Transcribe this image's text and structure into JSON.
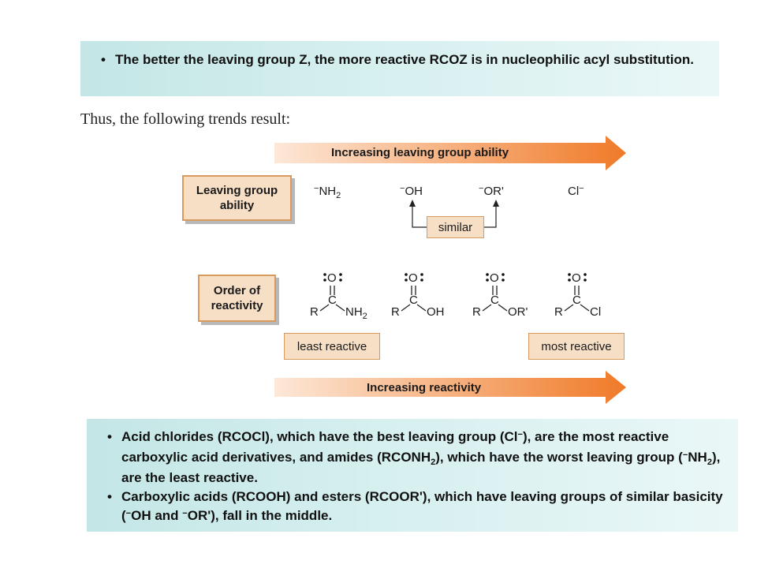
{
  "top_box": {
    "bullets": [
      "The better the leaving group Z, the more reactive RCOZ is in nucleophilic acyl substitution."
    ]
  },
  "intro_text": "Thus, the following trends result:",
  "arrow_top_label": "Increasing leaving group ability",
  "arrow_bottom_label": "Increasing reactivity",
  "leaving_group_box": "Leaving group ability",
  "order_box": "Order of reactivity",
  "leaving_groups": [
    {
      "charge": "−",
      "text": "NH",
      "sub": "2",
      "tail": ""
    },
    {
      "charge": "−",
      "text": "OH",
      "sub": "",
      "tail": ""
    },
    {
      "charge": "−",
      "text": "OR'",
      "sub": "",
      "tail": ""
    },
    {
      "charge": "",
      "text": "Cl",
      "sub": "",
      "tail": "−"
    }
  ],
  "similar_label": "similar",
  "structures": [
    {
      "o": "O",
      "c": "C",
      "r": "R",
      "z": "NH",
      "z_sub": "2"
    },
    {
      "o": "O",
      "c": "C",
      "r": "R",
      "z": "OH",
      "z_sub": ""
    },
    {
      "o": "O",
      "c": "C",
      "r": "R",
      "z": "OR'",
      "z_sub": ""
    },
    {
      "o": "O",
      "c": "C",
      "r": "R",
      "z": "Cl",
      "z_sub": ""
    }
  ],
  "least_label": "least reactive",
  "most_label": "most reactive",
  "bottom_box": {
    "bullet1": {
      "t1": "Acid chlorides (RCOCl), which have the best leaving group (Cl",
      "t1_sup": "−",
      "t2": "), are the most reactive carboxylic acid derivatives, and amides (RCONH",
      "t2_sub": "2",
      "t3": "), which have the worst leaving group (",
      "t3_sup": "−",
      "t4": "NH",
      "t4_sub": "2",
      "t5": "), are the least reactive."
    },
    "bullet2": {
      "t1": "Carboxylic acids (RCOOH) and esters (RCOOR'), which have leaving groups of similar basicity (",
      "t1_sup": "−",
      "t2": "OH and ",
      "t2_sup": "−",
      "t3": "OR'), fall in the middle."
    }
  },
  "colors": {
    "arrow_start": "#fde8d8",
    "arrow_end": "#f07a28",
    "box_fill": "#f7dfc6",
    "box_border": "#d99a60",
    "info_box": "#d6efef"
  }
}
